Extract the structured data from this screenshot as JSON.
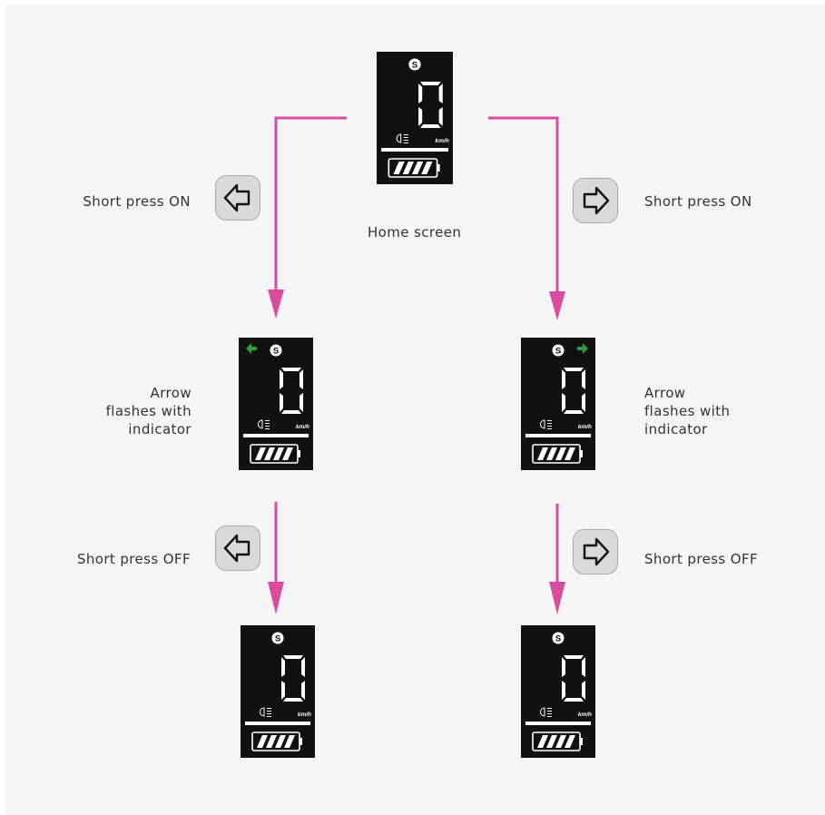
{
  "labels": {
    "home": "Home screen",
    "short_on_left": "Short press ON",
    "short_on_right": "Short press ON",
    "short_off_left": "Short press OFF",
    "short_off_right": "Short press OFF",
    "arrow_left": "Arrow\nflashes with\nindicator",
    "arrow_right": "Arrow\nflashes with\nindicator"
  },
  "display": {
    "mode_glyph": "S",
    "speed_digit": "0",
    "unit": "km/h"
  },
  "icons": {
    "mode": "mode-s-icon",
    "headlight": "headlight-icon",
    "battery": "battery-icon",
    "indicator_left": "indicator-left-arrow-icon",
    "indicator_right": "indicator-right-arrow-icon",
    "button_left": "left-arrow-button-icon",
    "button_right": "right-arrow-button-icon"
  },
  "colors": {
    "flow_arrow": "#d94ca0",
    "indicator": "#2e9e3c",
    "display_bg": "#111111",
    "button_bg": "#d9d9d9"
  }
}
